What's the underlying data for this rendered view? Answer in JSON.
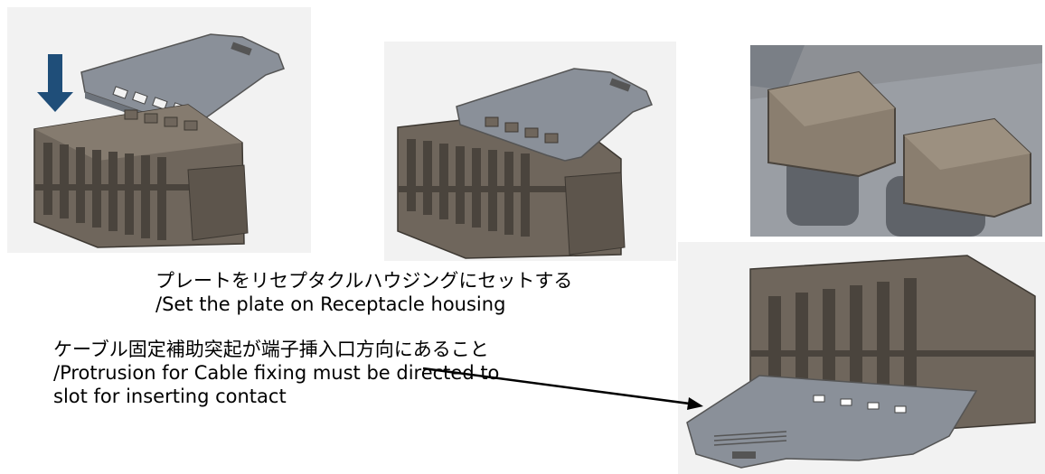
{
  "captions": {
    "set_plate_ja": "プレートをリセプタクルハウジングにセットする",
    "set_plate_en": "/Set the plate on Receptacle housing",
    "protrusion_ja": "ケーブル固定補助突起が端子挿入口方向にあること",
    "protrusion_en1": "/Protrusion for Cable fixing must be directed to",
    "protrusion_en2": "slot for inserting contact"
  },
  "colors": {
    "housing": "#6f665c",
    "housing_dark": "#4a443d",
    "plate": "#8a9099",
    "arrow": "#1f4e79"
  }
}
